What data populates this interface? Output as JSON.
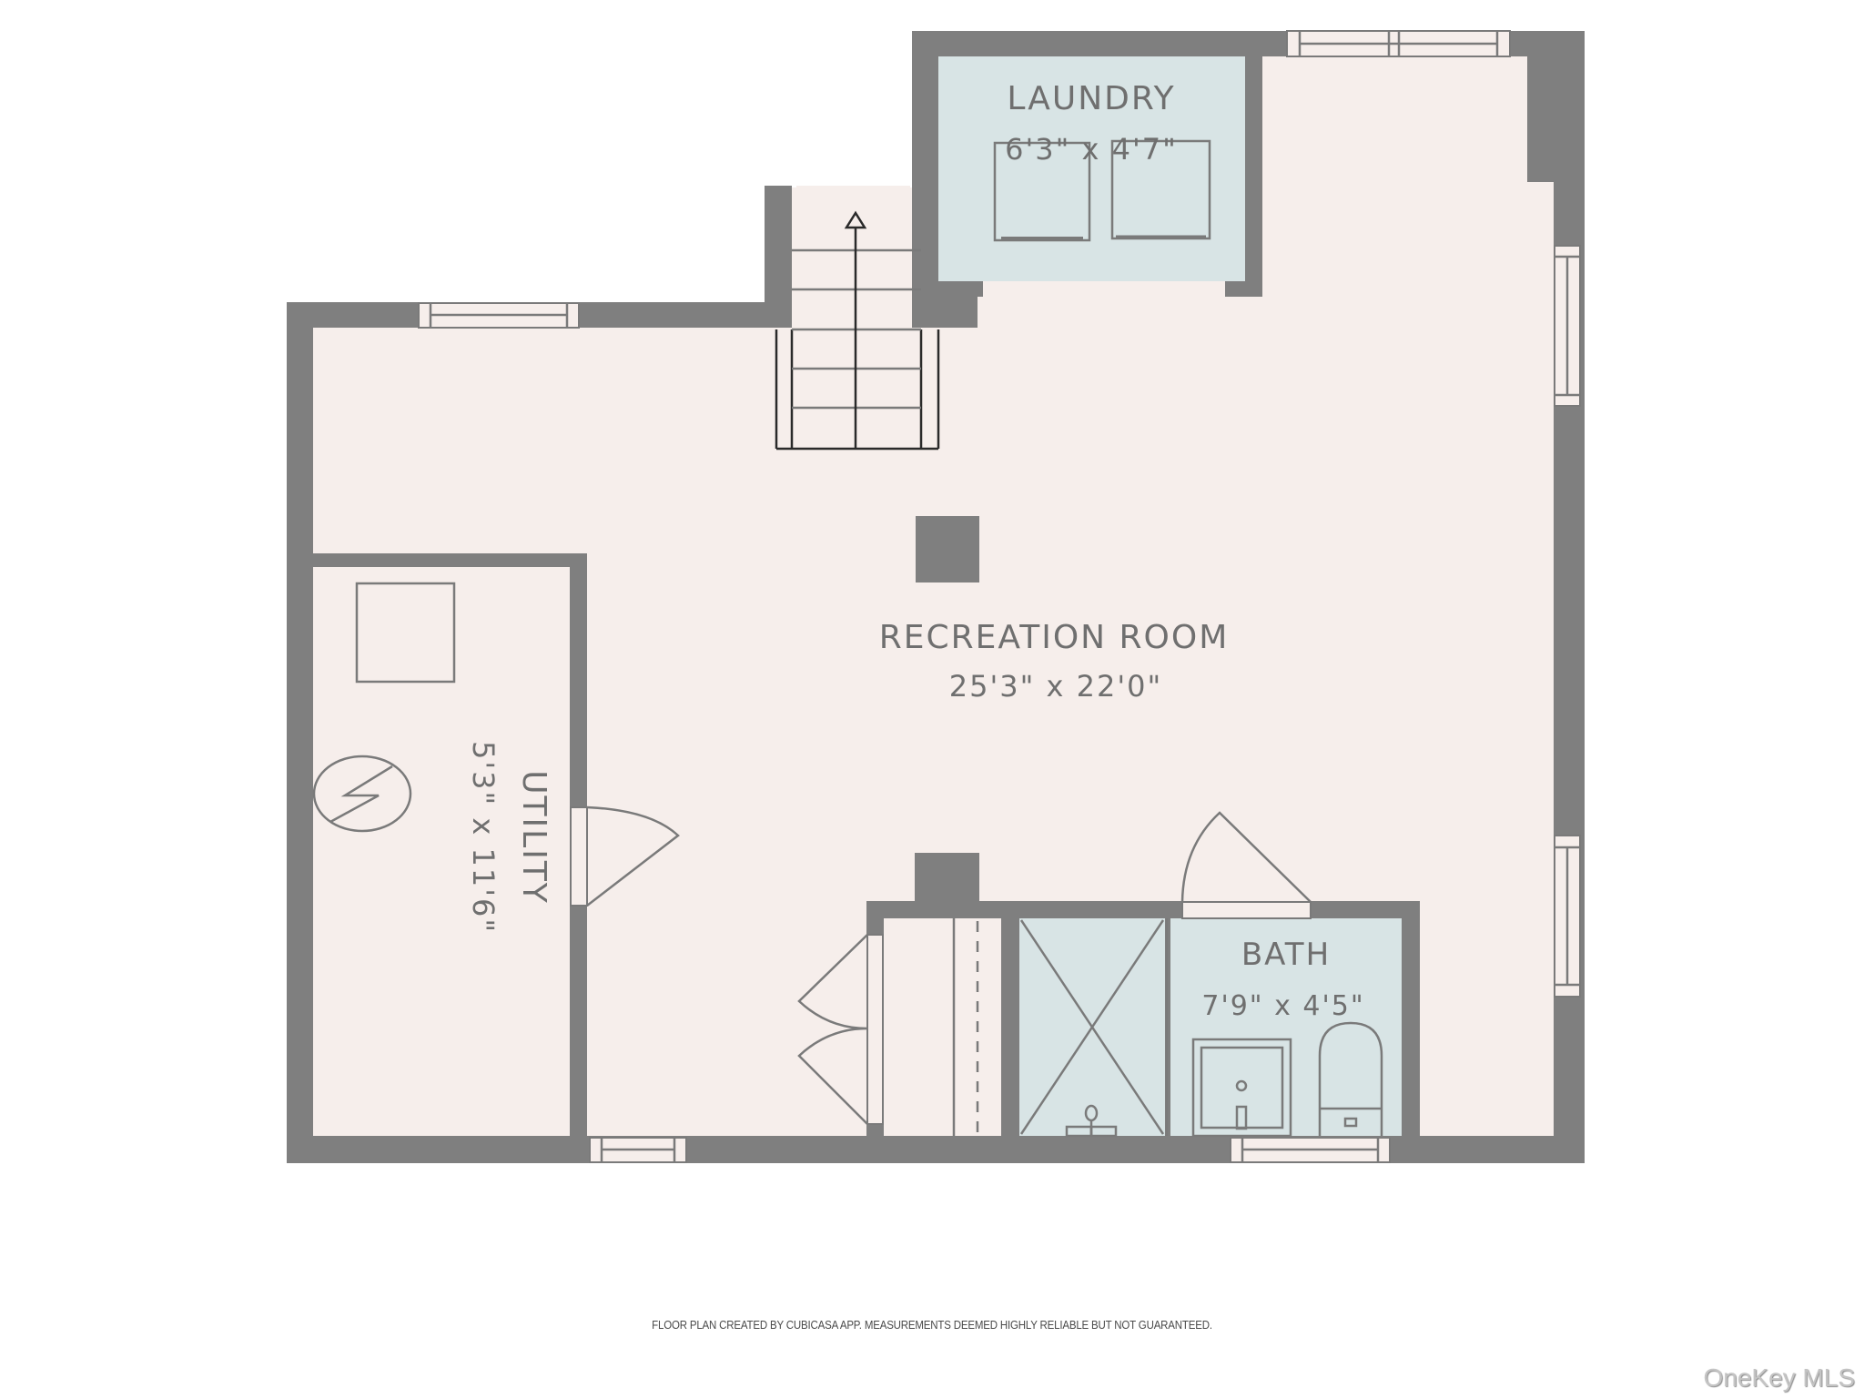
{
  "rooms": {
    "laundry": {
      "name": "LAUNDRY",
      "dimensions": "6'3\" x 4'7\""
    },
    "recreation": {
      "name": "RECREATION ROOM",
      "dimensions": "25'3\" x 22'0\""
    },
    "utility": {
      "name": "UTILITY",
      "dimensions": "5'3\" x 11'6\""
    },
    "bath": {
      "name": "BATH",
      "dimensions": "7'9\" x 4'5\""
    }
  },
  "icons": {
    "stairs": "stairs-up-arrow",
    "washer": "washer-icon",
    "dryer": "dryer-icon",
    "water_heater": "water-heater-icon",
    "electrical_panel": "electrical-panel-icon",
    "shower": "shower-icon",
    "sink": "sink-icon",
    "toilet": "toilet-icon"
  },
  "colors": {
    "wall": "#7f7f7f",
    "floor": "#f6eeeb",
    "wet_room": "#d8e4e5",
    "label": "#6f6f6f"
  },
  "footer": {
    "disclaimer": "FLOOR PLAN CREATED BY CUBICASA APP. MEASUREMENTS DEEMED HIGHLY RELIABLE BUT NOT GUARANTEED."
  },
  "watermark": {
    "text": "OneKey MLS"
  }
}
